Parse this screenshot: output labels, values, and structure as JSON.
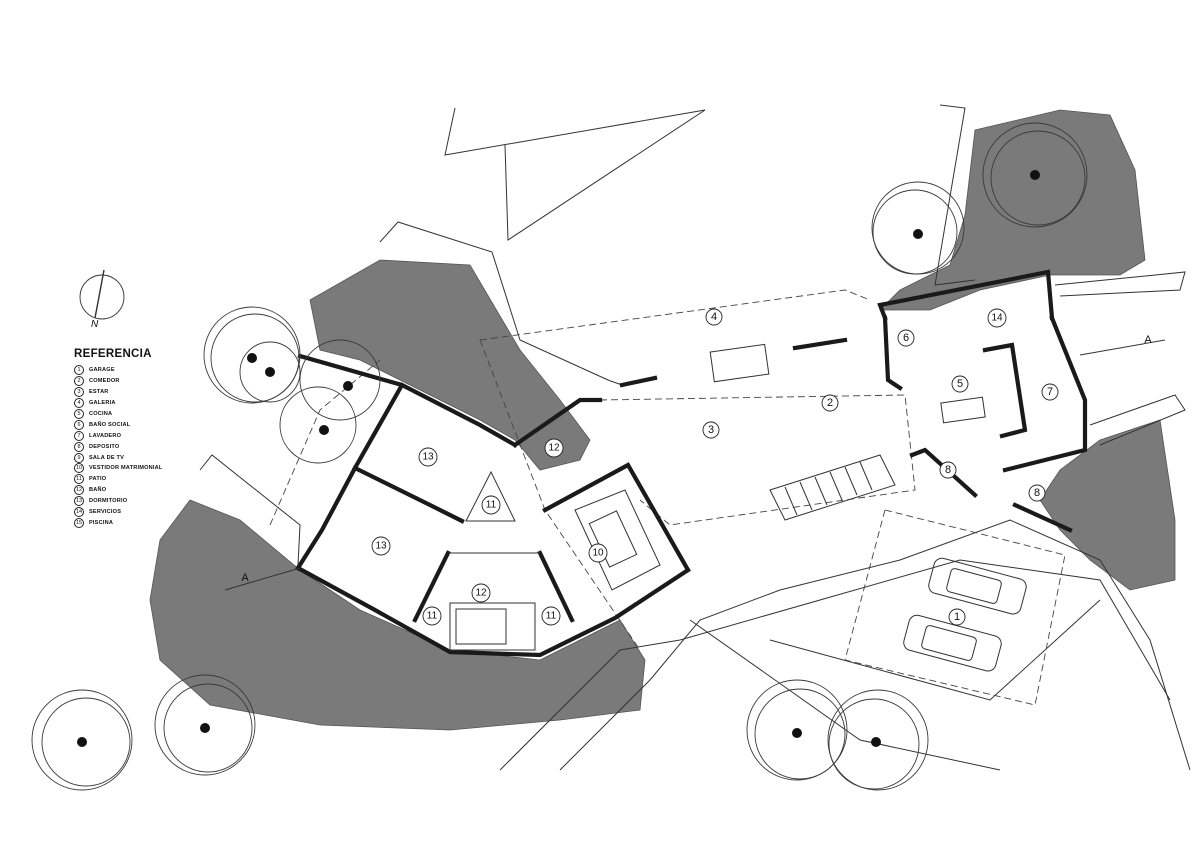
{
  "legend": {
    "title": "REFERENCIA",
    "items": [
      {
        "num": "1",
        "label": "GARAGE"
      },
      {
        "num": "2",
        "label": "COMEDOR"
      },
      {
        "num": "3",
        "label": "ESTAR"
      },
      {
        "num": "4",
        "label": "GALERIA"
      },
      {
        "num": "5",
        "label": "COCINA"
      },
      {
        "num": "6",
        "label": "BAÑO SOCIAL"
      },
      {
        "num": "7",
        "label": "LAVADERO"
      },
      {
        "num": "8",
        "label": "DEPOSITO"
      },
      {
        "num": "9",
        "label": "SALA DE TV"
      },
      {
        "num": "10",
        "label": "VESTIDOR MATRIMONIAL"
      },
      {
        "num": "11",
        "label": "PATIO"
      },
      {
        "num": "12",
        "label": "BAÑO"
      },
      {
        "num": "13",
        "label": "DORMITORIO"
      },
      {
        "num": "14",
        "label": "SERVICIOS"
      },
      {
        "num": "15",
        "label": "PISCINA"
      }
    ]
  },
  "north": {
    "letter": "N"
  },
  "section_marks": {
    "left": "A",
    "right": "A"
  },
  "room_tags": [
    {
      "num": "1"
    },
    {
      "num": "2"
    },
    {
      "num": "3"
    },
    {
      "num": "4"
    },
    {
      "num": "5"
    },
    {
      "num": "6"
    },
    {
      "num": "7"
    },
    {
      "num": "8"
    },
    {
      "num": "8"
    },
    {
      "num": "10"
    },
    {
      "num": "11"
    },
    {
      "num": "11"
    },
    {
      "num": "11"
    },
    {
      "num": "12"
    },
    {
      "num": "12"
    },
    {
      "num": "13"
    },
    {
      "num": "13"
    },
    {
      "num": "14"
    }
  ]
}
